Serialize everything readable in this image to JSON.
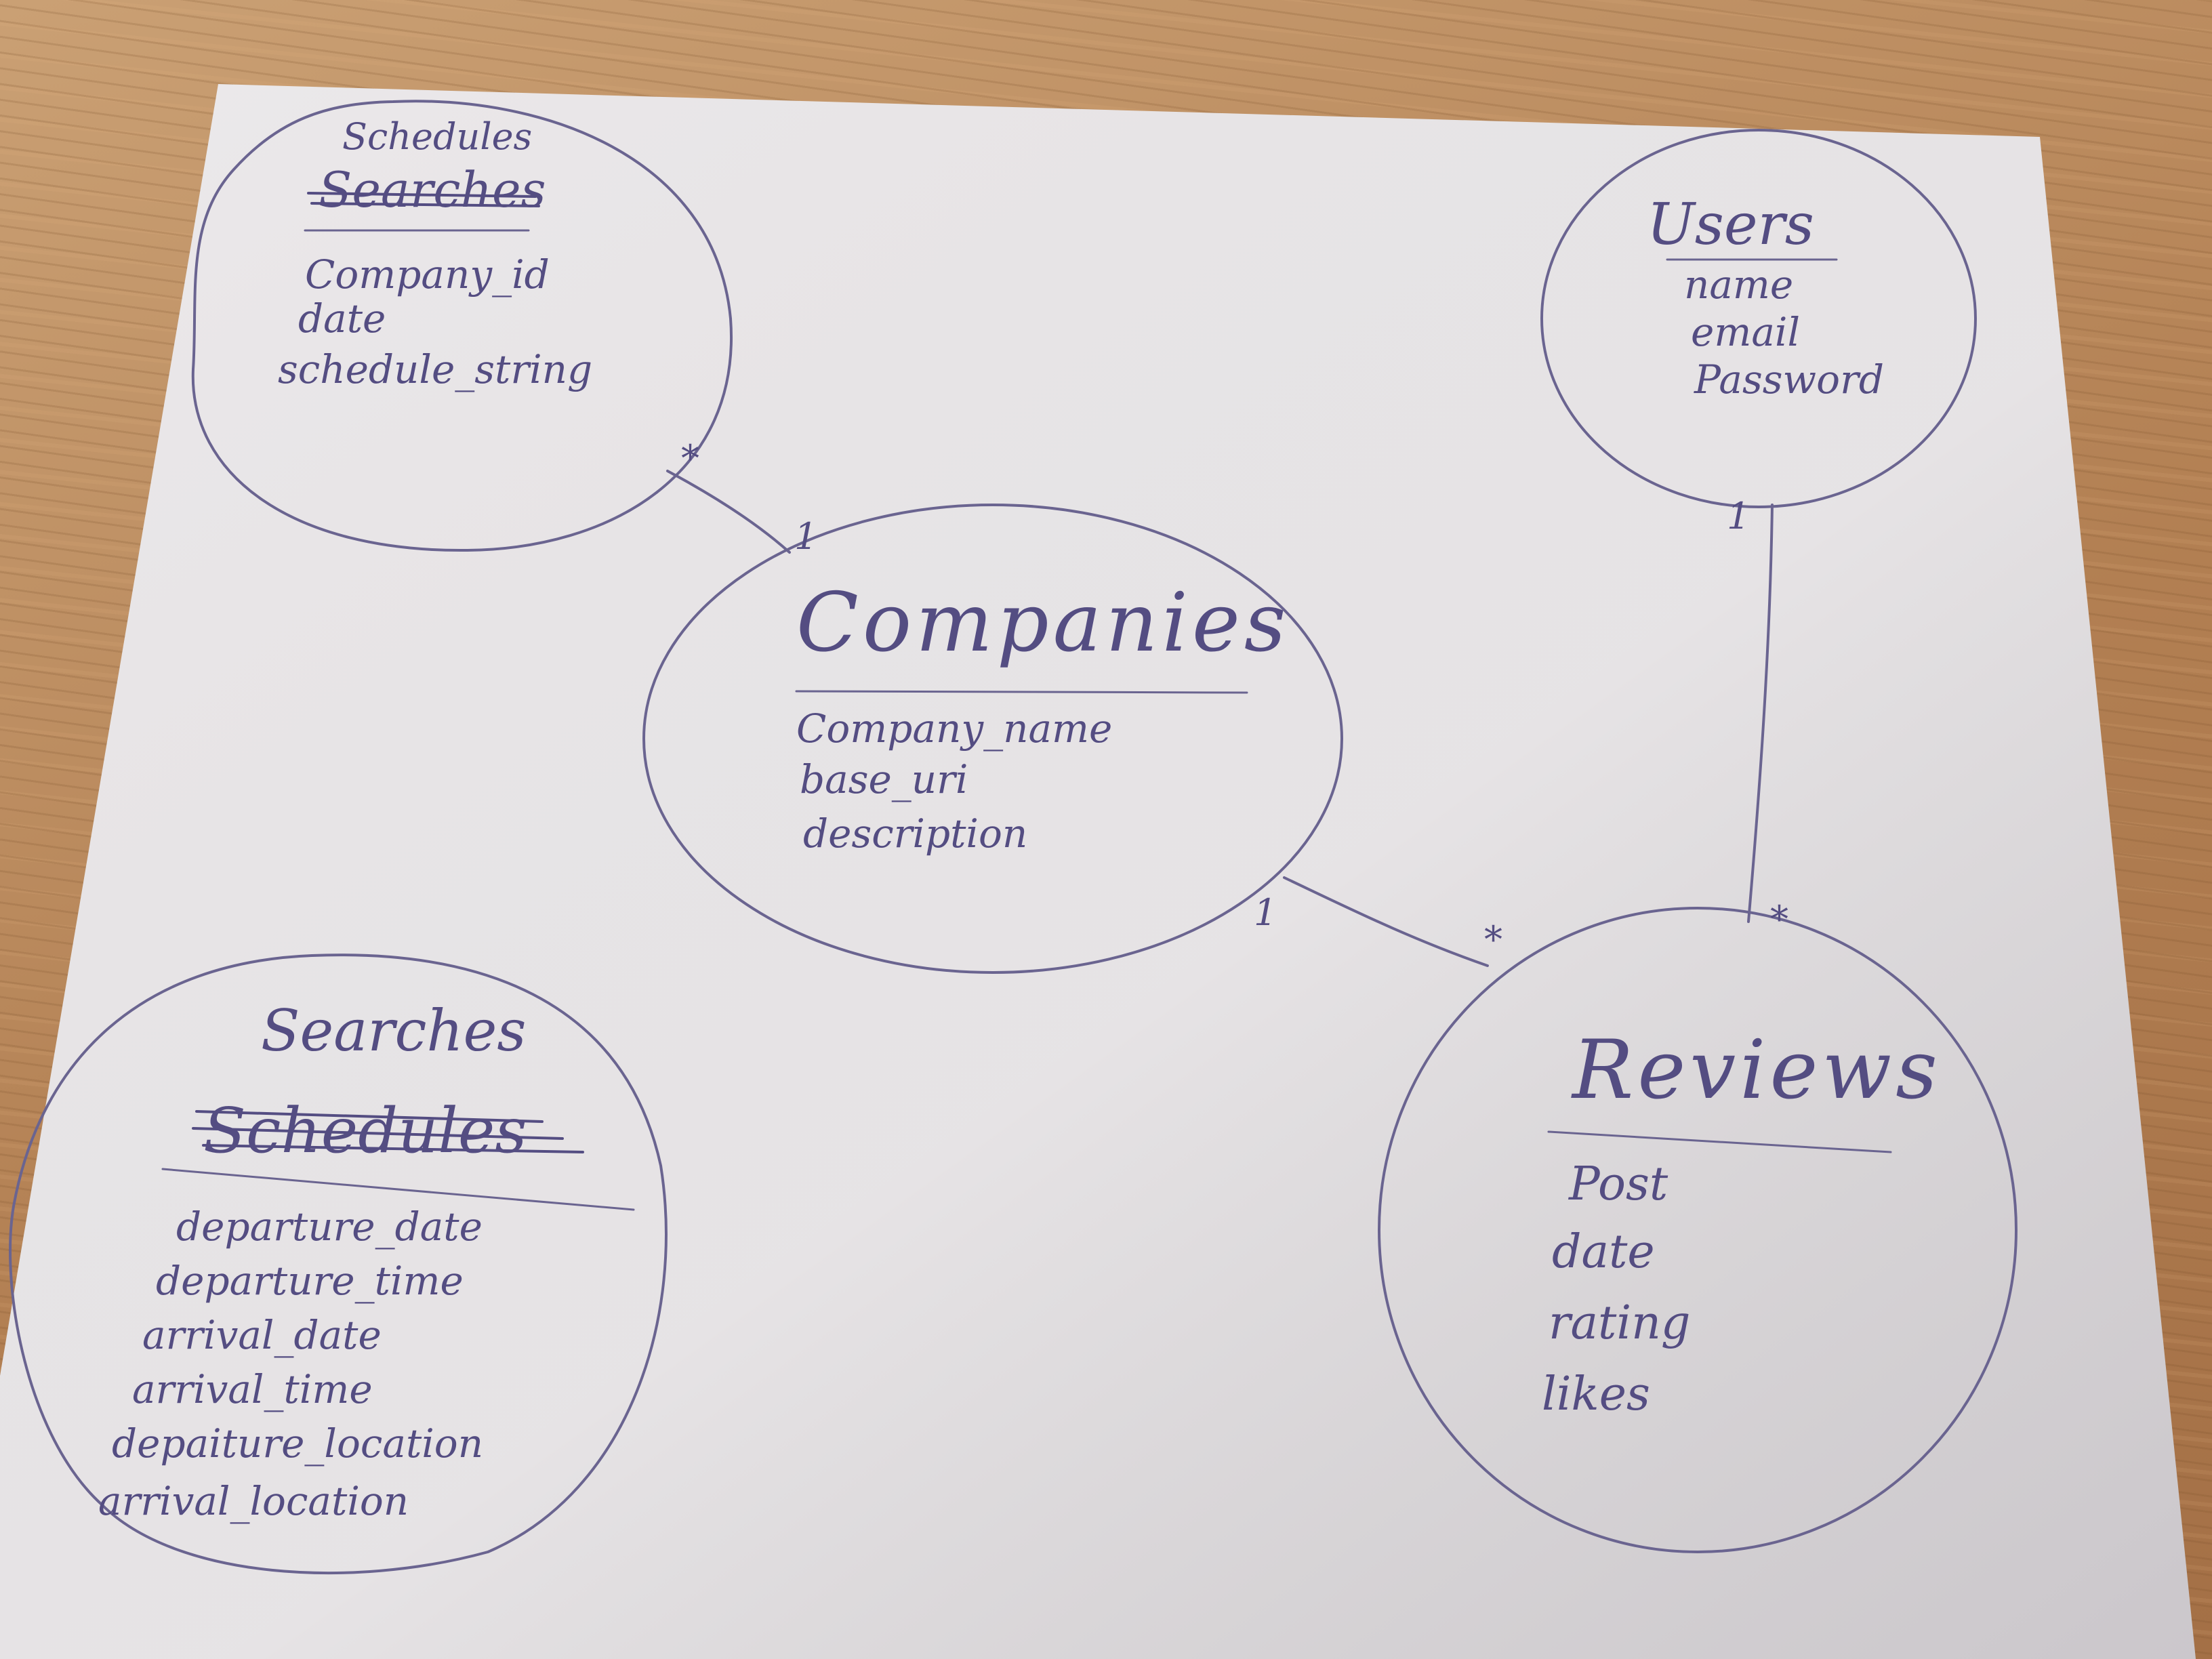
{
  "entities": {
    "schedules": {
      "title": "Schedules",
      "struck_title": "Searches",
      "attributes": [
        "Company_id",
        "date",
        "schedule_string"
      ]
    },
    "users": {
      "title": "Users",
      "attributes": [
        "name",
        "email",
        "Password"
      ]
    },
    "companies": {
      "title": "Companies",
      "attributes": [
        "Company_name",
        "base_uri",
        "description"
      ]
    },
    "searches": {
      "title": "Searches",
      "struck_title": "Schedules",
      "attributes": [
        "departure_date",
        "departure_time",
        "arrival_date",
        "arrival_time",
        "depaiture_location",
        "arrival_location"
      ]
    },
    "reviews": {
      "title": "Reviews",
      "attributes": [
        "Post",
        "date",
        "rating",
        "likes"
      ]
    }
  },
  "relations": {
    "schedules_companies": {
      "many": "*",
      "one": "1"
    },
    "users_reviews": {
      "one": "1",
      "many": "*"
    },
    "companies_reviews": {
      "one": "1",
      "many": "*"
    }
  },
  "colors": {
    "ink": "#544d82",
    "paper": "#ebe8ea",
    "table": "#b9875a"
  }
}
